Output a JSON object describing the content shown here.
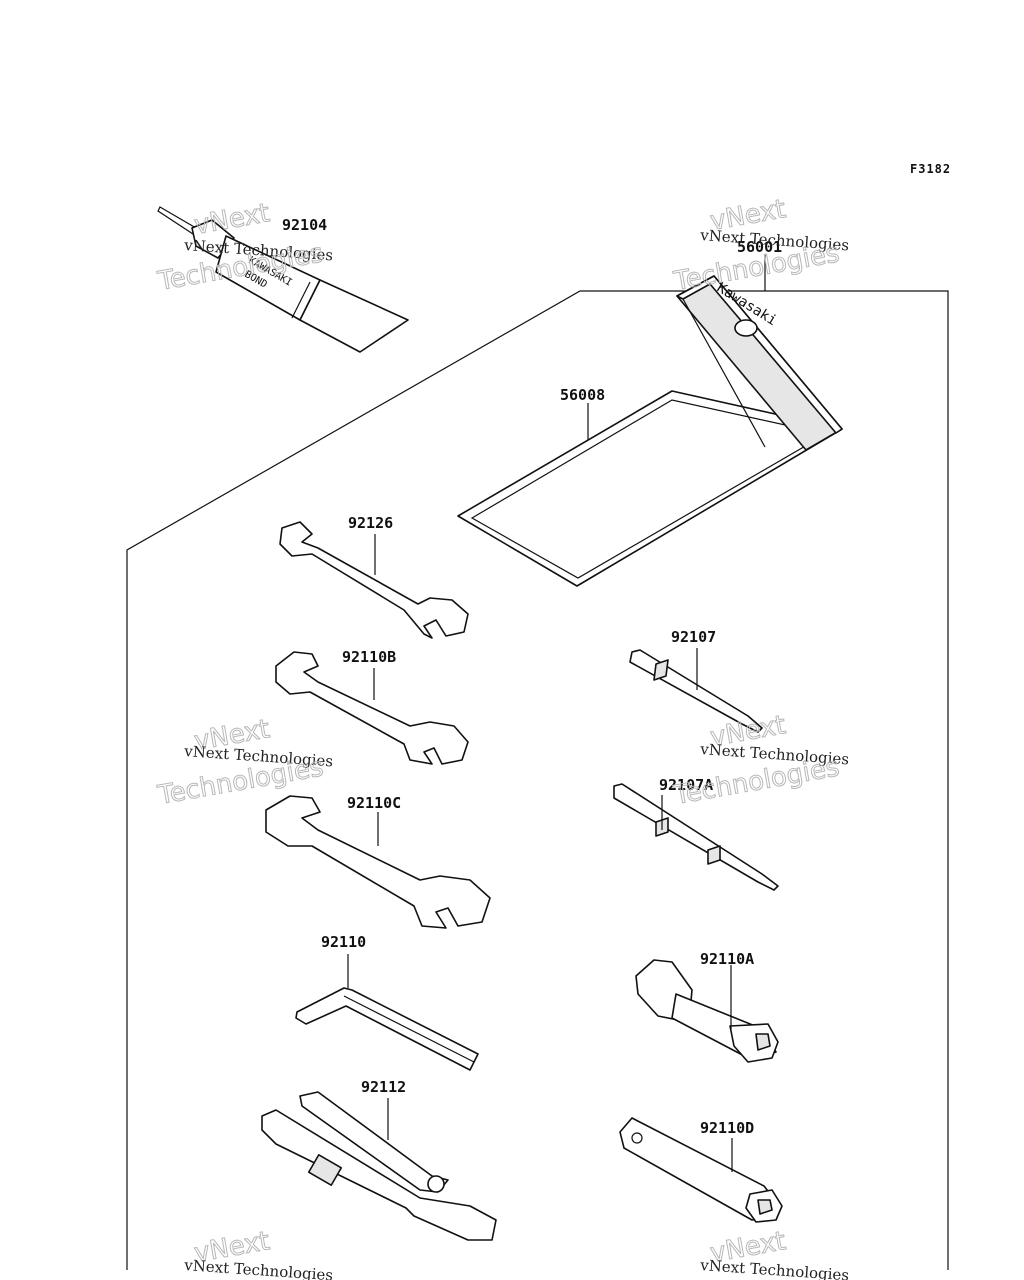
{
  "figure_code": "F3182",
  "parts": {
    "p92104": "92104",
    "p56001": "56001",
    "p56008": "56008",
    "p92126": "92126",
    "p92110B": "92110B",
    "p92110C": "92110C",
    "p92110": "92110",
    "p92112": "92112",
    "p92107": "92107",
    "p92107A": "92107A",
    "p92110A": "92110A",
    "p92110D": "92110D"
  },
  "tube_text": {
    "line1": "KAWASAKI",
    "line2": "BOND"
  },
  "pouch_text": "Kawasaki",
  "watermark": {
    "line1": "vNext Technologies",
    "line2": "vNext",
    "line3": "Technologies"
  }
}
